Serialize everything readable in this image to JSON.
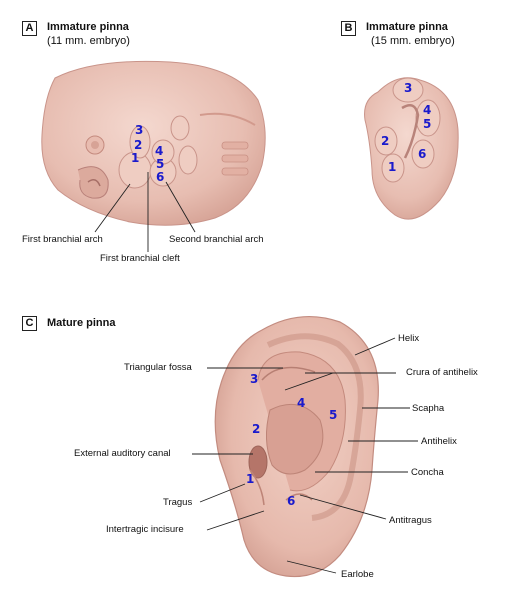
{
  "panels": {
    "a": {
      "badge": "A",
      "title": "Immature pinna",
      "subtitle": "(11 mm. embryo)"
    },
    "b": {
      "badge": "B",
      "title": "Immature pinna",
      "subtitle": "(15 mm. embryo)"
    },
    "c": {
      "badge": "C",
      "title": "Mature pinna"
    }
  },
  "labels_a": {
    "first_arch": "First branchial arch",
    "first_cleft": "First branchial cleft",
    "second_arch": "Second branchial arch"
  },
  "labels_c": {
    "helix": "Helix",
    "triangular_fossa": "Triangular fossa",
    "crura": "Crura of antihelix",
    "scapha": "Scapha",
    "antihelix": "Antihelix",
    "ext_canal": "External auditory canal",
    "concha": "Concha",
    "tragus": "Tragus",
    "intertragic": "Intertragic incisure",
    "antitragus": "Antitragus",
    "earlobe": "Earlobe"
  },
  "hillocks": [
    "1",
    "2",
    "3",
    "4",
    "5",
    "6"
  ],
  "colors": {
    "skin": "#ecc6bb",
    "skin_dark": "#d9a597",
    "skin_shadow": "#c98b7d",
    "number": "#1a1acc"
  }
}
